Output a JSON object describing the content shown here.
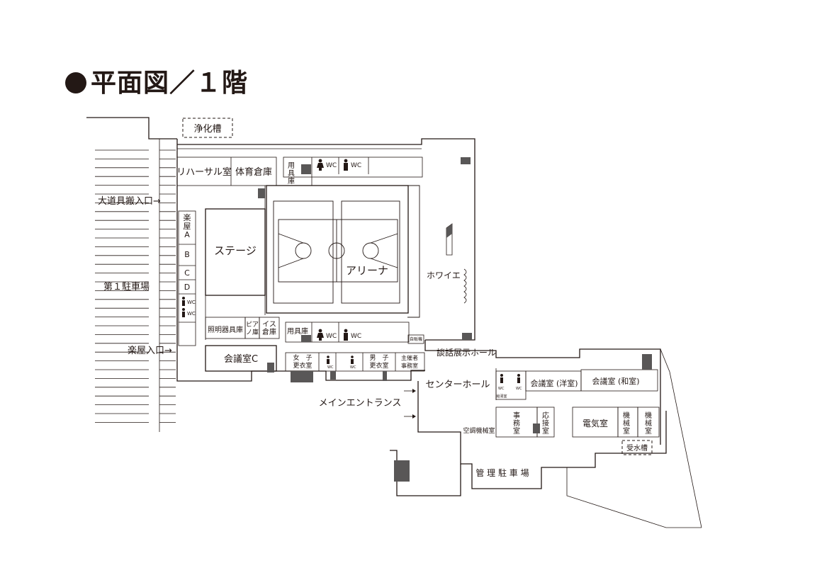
{
  "title": "平面図／１階",
  "labels": {
    "septic_tank": "浄化槽",
    "rehearsal_room": "リハーサル室",
    "pe_storage": "体育倉庫",
    "equipment_storage_top": [
      "用",
      "具",
      "庫"
    ],
    "wc": "WC",
    "prop_entrance": "大道具搬入口→",
    "dressing_room": "楽",
    "dressing_room_2": "屋",
    "room_a": "A",
    "room_b": "B",
    "room_c": "C",
    "room_d": "D",
    "stage": "ステージ",
    "arena": "アリーナ",
    "foyer": "ホワイエ",
    "parking_1": "第１駐車場",
    "lighting_storage": "照明器具庫",
    "piano_storage": [
      "ピア",
      "ノ庫"
    ],
    "chair_storage": [
      "イス",
      "倉庫"
    ],
    "equipment_storage_bottom": "用具庫",
    "vending": "自販機",
    "dressing_entrance": "楽屋入口→",
    "meeting_c": "会議室C",
    "women_locker": [
      "女　子",
      "更衣室"
    ],
    "men_locker": [
      "男　子",
      "更衣室"
    ],
    "organizer_office": [
      "主催者",
      "事務室"
    ],
    "lounge_hall": "談話展示ホール",
    "center_hall": "センターホール",
    "meeting_western": "会議室 (洋室)",
    "meeting_japanese": "会議室 (和室)",
    "nursing_room": "給湯室",
    "main_entrance": "メインエントランス",
    "office": [
      "事",
      "務",
      "室"
    ],
    "reception": [
      "応",
      "接",
      "室"
    ],
    "electrical": "電気室",
    "machine_1": [
      "機",
      "械",
      "室"
    ],
    "machine_2": [
      "機",
      "械",
      "室"
    ],
    "ac_machine": "空調機械室",
    "water_tank": "受水槽",
    "mgmt_parking": "管 理 駐 車 場"
  }
}
